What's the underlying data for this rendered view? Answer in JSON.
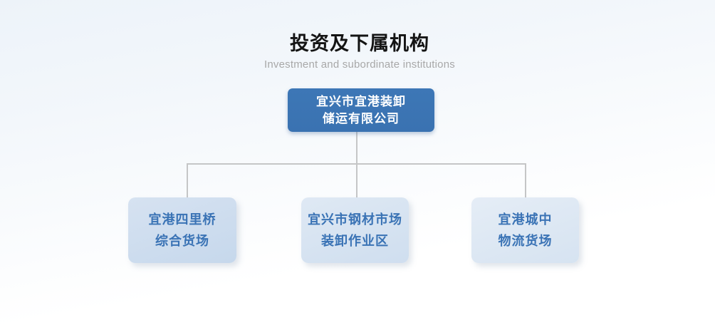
{
  "page": {
    "title": "投资及下属机构",
    "subtitle": "Investment and subordinate institutions",
    "background_top_color": "#edf3f9",
    "background_bottom_color": "#ffffff"
  },
  "org_chart": {
    "connector_color": "#c5c6c7",
    "root": {
      "label_line1": "宜兴市宜港装卸",
      "label_line2": "储运有限公司",
      "bg_color": "#3b74b3",
      "text_color": "#ffffff"
    },
    "children": [
      {
        "label_line1": "宜港四里桥",
        "label_line2": "综合货场",
        "bg_color": "#c9daed",
        "text_color": "#3a73b5"
      },
      {
        "label_line1": "宜兴市钢材市场",
        "label_line2": "装卸作业区",
        "bg_color": "#d4e2f1",
        "text_color": "#3a73b5"
      },
      {
        "label_line1": "宜港城中",
        "label_line2": "物流货场",
        "bg_color": "#dce8f4",
        "text_color": "#3a73b5"
      }
    ]
  }
}
